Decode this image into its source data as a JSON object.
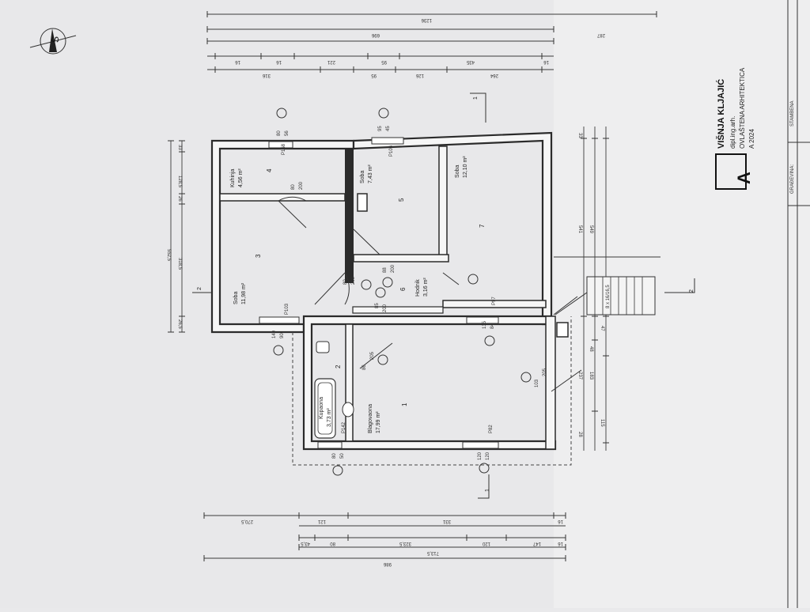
{
  "architect": {
    "name": "VIŠNJA KLJAJIĆ",
    "degree": "dipl.ing.arh.",
    "title": "OVLAŠTENA ARHITEKTICA",
    "reg": "A 2024",
    "stamp_letter": "A"
  },
  "title_block": {
    "field_building": "GRAĐEVINA:",
    "field_value": "STAMBENA"
  },
  "rooms": [
    {
      "id": "r4",
      "number": "4",
      "name": "Kuhinja",
      "area": "4,56 m²"
    },
    {
      "id": "r3",
      "number": "3",
      "name": "Soba",
      "area": "11,98 m²"
    },
    {
      "id": "r5",
      "number": "5",
      "name": "Soba",
      "area": "7,43 m²"
    },
    {
      "id": "r7",
      "number": "7",
      "name": "Soba",
      "area": "12,10 m²"
    },
    {
      "id": "r6",
      "number": "6",
      "name": "Hodnik",
      "area": "3,16 m²"
    },
    {
      "id": "r2",
      "number": "2",
      "name": "Kupaona",
      "area": "3,73 m²"
    },
    {
      "id": "r1",
      "number": "1",
      "name": "Blagovaona",
      "area": "17,99 m²"
    }
  ],
  "window_tags": {
    "w1": "P158",
    "w2": "P106",
    "w3": "P97",
    "w4": "P103",
    "w5": "P142",
    "w6": "P82"
  },
  "window_heights": {
    "h1a": "80",
    "h1b": "56",
    "h2a": "95",
    "h2b": "45",
    "h3a": "135",
    "h3b": "84",
    "h4a": "140",
    "h4b": "90",
    "h5a": "80",
    "h5b": "50",
    "h6a": "120",
    "h6b": "120"
  },
  "door_sizes": {
    "d1a": "80",
    "d1b": "200",
    "d2a": "88",
    "d2b": "200",
    "d3a": "80",
    "d3b": "200",
    "d4a": "85",
    "d4b": "200",
    "d5a": "86",
    "d5b": "205",
    "d6a": "103",
    "d6b": "205"
  },
  "section_marks": {
    "s1": "1",
    "s2": "2"
  },
  "stairs": {
    "label": "8 x 16/16,5"
  },
  "dims_top": {
    "total": "1236",
    "r1a": "696",
    "r1b": "287",
    "r2a": "16",
    "r2b": "16",
    "r2c": "221",
    "r2d": "95",
    "r2e": "435",
    "r2f": "16",
    "r3a": "316",
    "r3b": "95",
    "r3c": "126",
    "r3d": "264"
  },
  "dims_bottom": {
    "total": "986",
    "r1a": "713,5",
    "r2a": "43,5",
    "r2b": "80",
    "r2c": "323,5",
    "r2d": "120",
    "r2e": "147",
    "r2f": "16",
    "r3a": "270,5",
    "r3b": "121",
    "r3c": "331",
    "r3d": "16"
  },
  "dims_left": {
    "a": "552,5",
    "b": "128,5",
    "c": "318,5",
    "d": "33",
    "e": "26",
    "f": "26,5"
  },
  "dims_right": {
    "a": "541",
    "b": "549",
    "c": "33",
    "d": "237",
    "e": "183",
    "f": "115",
    "g": "48",
    "h": "47",
    "i": "28"
  }
}
